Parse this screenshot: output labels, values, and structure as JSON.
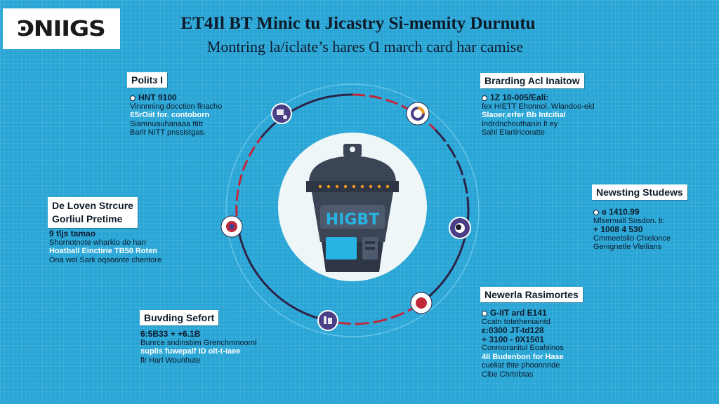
{
  "logo": {
    "text": "ϿNIIGS"
  },
  "header": {
    "title": "ET4Il BT Minic tu Jicastry Si-memity Durnutu",
    "subtitle": "Montring la/iclate’s hares Ɑ march card har camise"
  },
  "center": {
    "kiosk_label": "HIGBT"
  },
  "panels": {
    "top_left": {
      "title": "Politɜ I",
      "lines": [
        "HNT 9100",
        "Vinnnning docction flnacho",
        "Ɛ5rOiit for. contoborn",
        "Siamnuauhanaaa ttitt",
        "Barit NITT pnssistgas."
      ]
    },
    "top_right": {
      "title": "Brarding Acl Inaitow",
      "lines": [
        "1Z 10-005/Eali:",
        "fex HIETT Ehonnol. Wlandoo-eid",
        "Slaoer,erfer Bb Intcitial",
        "Indrdnchouthanin lt ey",
        "Sahl Elartiricoratte"
      ]
    },
    "middle_left": {
      "title_line1": "De Loven Strcure",
      "title_line2": "Gorliul Pretime",
      "lines": [
        "9 t\\js tamao",
        "Shornotnote wharklo do harr",
        "Hoatball Einctirie TB50 Roten",
        "Ona wol Sark oqsonnte chentore"
      ]
    },
    "middle_right": {
      "title": "Newsting Studews",
      "lines": [
        "ɞ 1410.99",
        "Mlsernuill Sosdon. ti:",
        "+ 1008 4 530",
        "Cmmeetsilo Chielonce",
        "Genignetle Vleilians"
      ]
    },
    "bottom_left": {
      "title": "Buvding Sefort",
      "lines": [
        "6:5B33 + +6.1B",
        "Bunrce sndinstiim Grenchmnoornl",
        "suplis fuwepalf ID olt-t-iaee",
        "flr Harl Wounhute"
      ]
    },
    "bottom_right": {
      "title": "Newerla Rasimortes",
      "lines": [
        "G-IIT ard E141",
        "Ccatn totetheniaintd",
        "ɛ:0300 JT-td128",
        "+ 3100 - 0X1501",
        "Conmoranitul Eoahiinos",
        "4II Budenbon for Hase",
        "cueliat thte phoonnnde",
        "Cibe Chrtnbtas"
      ]
    }
  },
  "colors": {
    "background": "#2aa6d6",
    "ring_dark": "#2b2347",
    "ring_red": "#c0283a",
    "node_purple": "#4a3f86",
    "kiosk_body": "#3b4556",
    "kiosk_screen": "#27b3e3",
    "kiosk_lights": "#f29a1a"
  }
}
